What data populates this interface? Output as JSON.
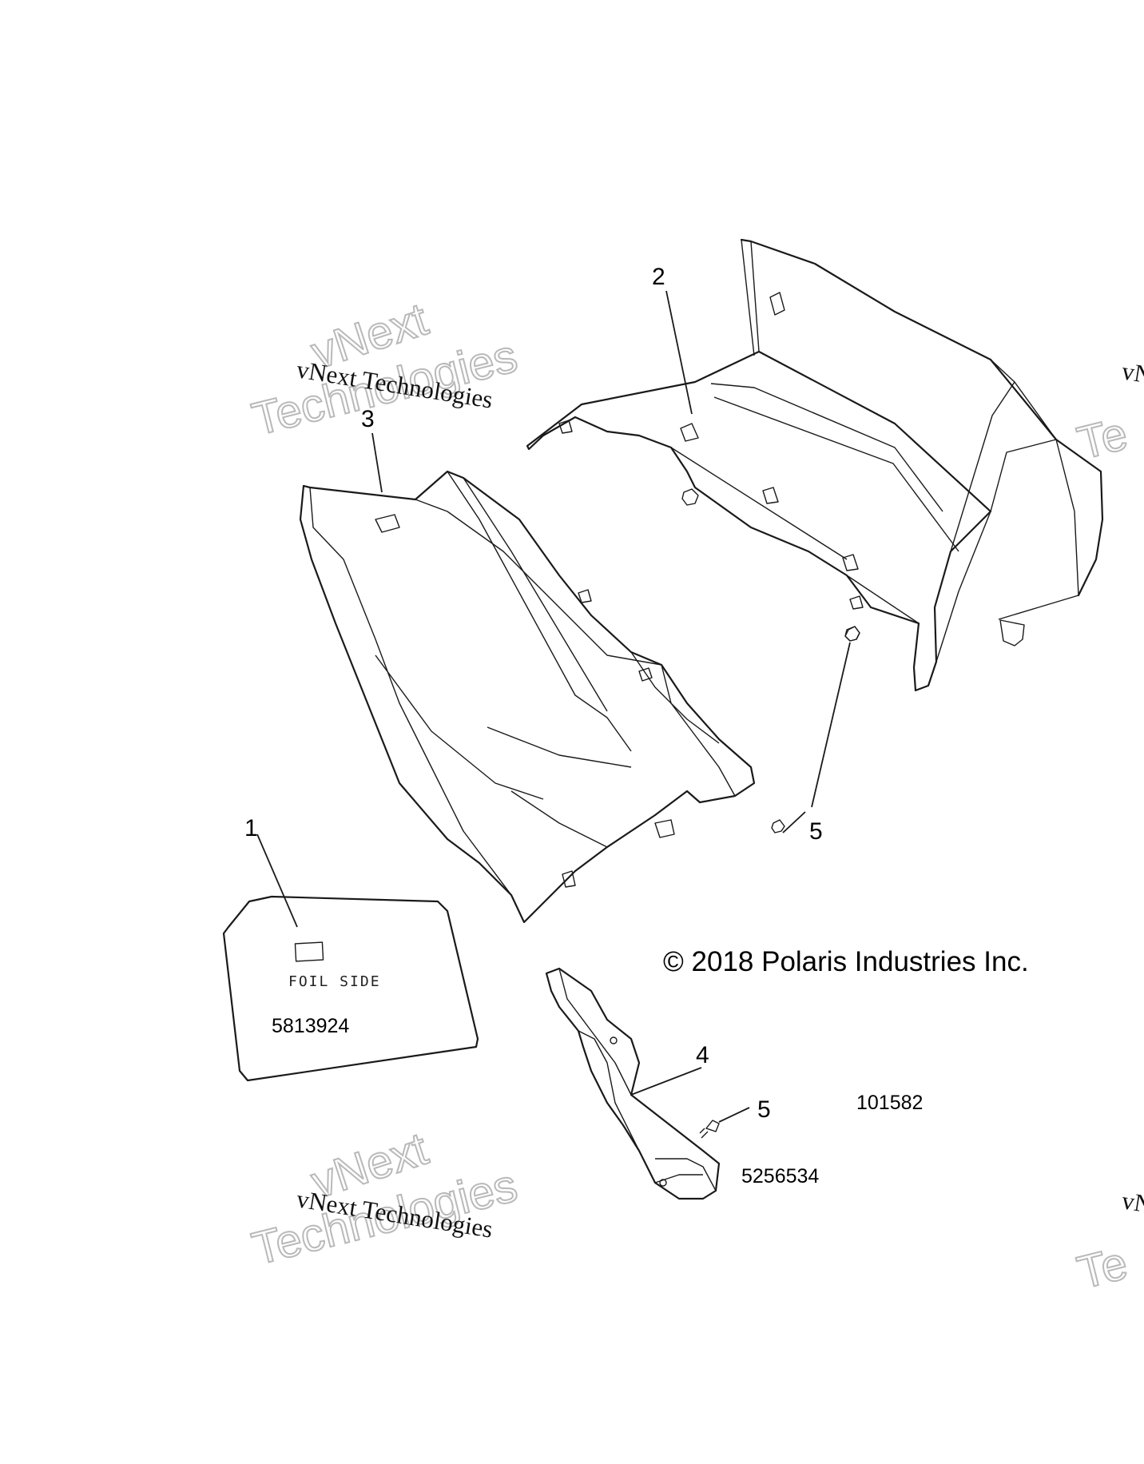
{
  "callouts": {
    "c1": "1",
    "c2": "2",
    "c3": "3",
    "c4": "4",
    "c5a": "5",
    "c5b": "5"
  },
  "part_numbers": {
    "label_part": "5813924",
    "bracket_part": "5256534",
    "diagram_id": "101582"
  },
  "label_text": "FOIL SIDE",
  "copyright": "© 2018 Polaris Industries Inc.",
  "watermark": {
    "serif": "vNext Technologies",
    "line1": "vNext",
    "line2": "Technologies",
    "edge_serif": "vN",
    "edge_outline": "Te"
  }
}
